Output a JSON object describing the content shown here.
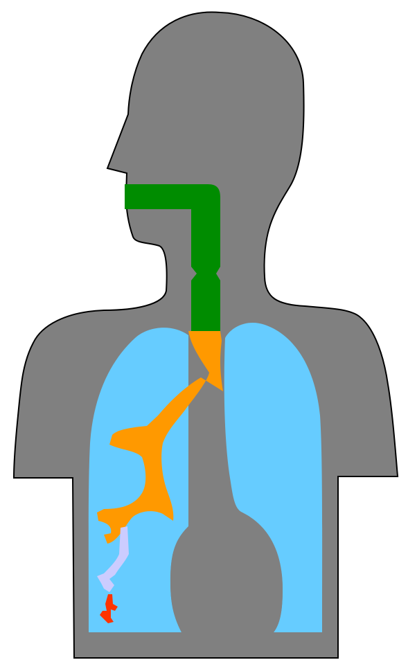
{
  "diagram": {
    "subject": "respiratory-system",
    "regions": [
      {
        "id": "body-silhouette",
        "color": "#808080"
      },
      {
        "id": "lungs",
        "color": "#66ccff"
      },
      {
        "id": "upper-airway",
        "color": "#008c00"
      },
      {
        "id": "trachea-bronchi",
        "color": "#ff9900"
      },
      {
        "id": "bronchioles",
        "color": "#ccccff"
      },
      {
        "id": "alveoli",
        "color": "#ff3300"
      }
    ],
    "outline_color": "#000000"
  }
}
